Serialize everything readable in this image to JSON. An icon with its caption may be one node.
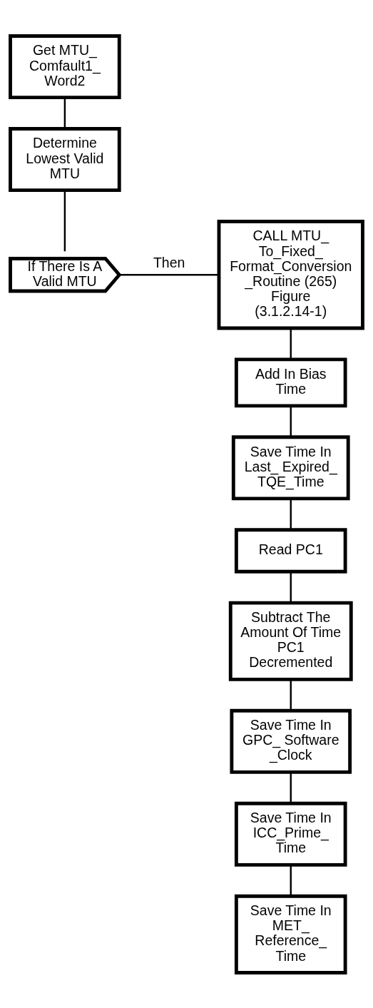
{
  "diagram": {
    "nodes": [
      {
        "text": [
          "Get MTU_ Comfault1_ Word2"
        ]
      },
      {
        "text": [
          "Determine Lowest Valid MTU"
        ]
      },
      {
        "text": [
          "If There Is A Valid MTU"
        ]
      },
      {
        "text": [
          "CALL MTU_ To_Fixed_ Format_Conversion _Routine (265) Figure (3.1.2.14-1)"
        ]
      },
      {
        "text": [
          "Add In Bias Time"
        ]
      },
      {
        "text": [
          "Save Time In Last_ Expired_ TQE_Time"
        ]
      },
      {
        "text": [
          "Read PC1"
        ]
      },
      {
        "text": [
          "Subtract The Amount Of Time PC1 Decremented"
        ]
      },
      {
        "text": [
          "Save Time In GPC_ Software _Clock"
        ]
      },
      {
        "text": [
          "Save Time In ICC_Prime_ Time"
        ]
      },
      {
        "text": [
          "Save Time In MET_ Reference_ Time"
        ]
      }
    ],
    "edges": [
      {
        "from": 0,
        "to": 1,
        "arrow": "none"
      },
      {
        "from": 1,
        "to": 2,
        "arrow": "none"
      },
      {
        "from": 2,
        "to": 3,
        "arrow": "none",
        "label": "Then"
      },
      {
        "from": 3,
        "to": 4,
        "arrow": "none"
      },
      {
        "from": 4,
        "to": 5,
        "arrow": "none"
      },
      {
        "from": 5,
        "to": 6,
        "arrow": "none"
      },
      {
        "from": 6,
        "to": 7,
        "arrow": "none"
      },
      {
        "from": 7,
        "to": 8,
        "arrow": "none"
      },
      {
        "from": 8,
        "to": 9,
        "arrow": "none"
      },
      {
        "from": 9,
        "to": 10,
        "arrow": "none"
      }
    ]
  }
}
